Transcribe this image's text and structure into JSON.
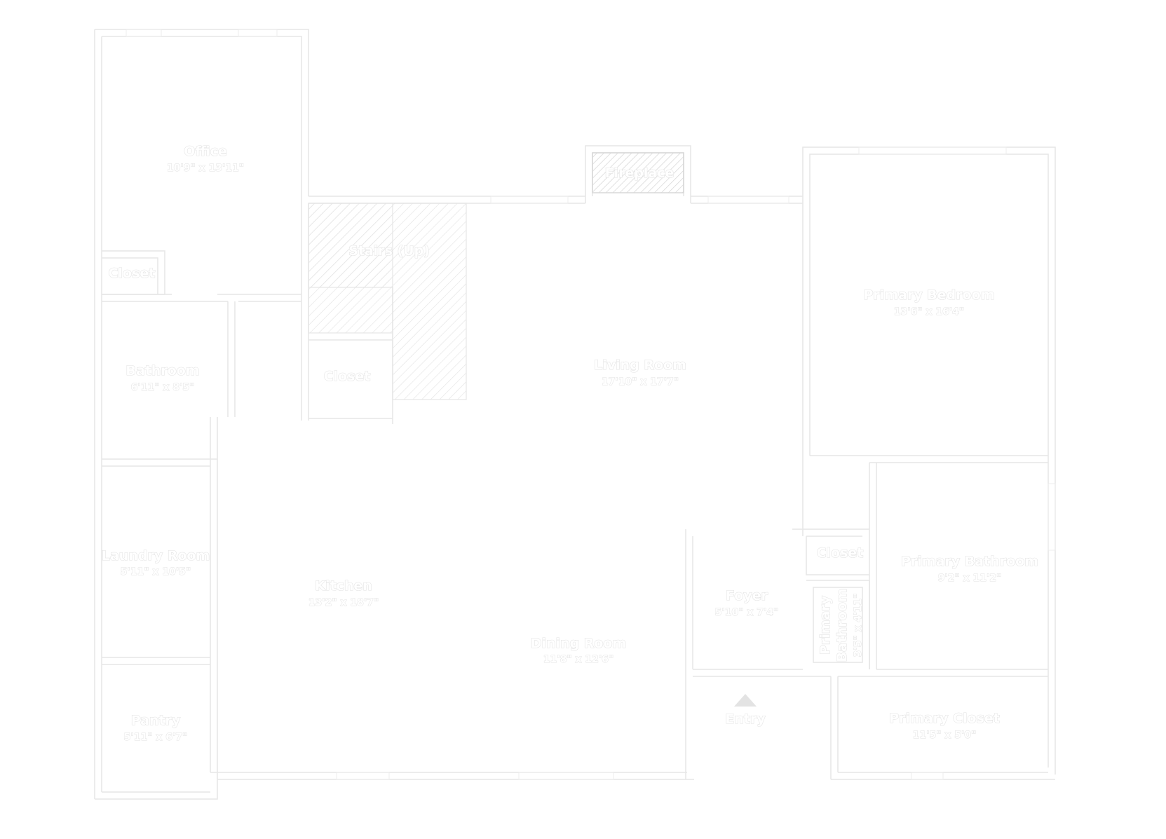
{
  "colors": {
    "background": "#ffffff",
    "walls": "#e6e6e6",
    "label_outline": "#e2e2e2",
    "hatch": "#e4e4e4"
  },
  "rooms": {
    "office": {
      "name": "Office",
      "dims": "10'9\" x 13'11\""
    },
    "closet_office": {
      "name": "Closet"
    },
    "bathroom": {
      "name": "Bathroom",
      "dims": "6'11\" x 8'5\""
    },
    "laundry": {
      "name": "Laundry Room",
      "dims": "5'11\" x 10'5\""
    },
    "pantry": {
      "name": "Pantry",
      "dims": "5'11\" x 6'7\""
    },
    "stairs": {
      "name": "Stairs (Up)"
    },
    "closet_stairs": {
      "name": "Closet"
    },
    "kitchen": {
      "name": "Kitchen",
      "dims": "13'2\" x 18'7\""
    },
    "fireplace": {
      "name": "Fireplace"
    },
    "living": {
      "name": "Living Room",
      "dims": "17'10\" x 17'7\""
    },
    "dining": {
      "name": "Dining Room",
      "dims": "11'8\" x 12'6\""
    },
    "foyer": {
      "name": "Foyer",
      "dims": "5'10\" x 7'4\""
    },
    "entry": {
      "name": "Entry"
    },
    "primary_bedroom": {
      "name": "Primary Bedroom",
      "dims": "13'6\" x 16'4\""
    },
    "closet_primary": {
      "name": "Closet"
    },
    "primary_bathroom": {
      "name": "Primary Bathroom",
      "dims": "9'2\" x 11'2\""
    },
    "primary_bath_small": {
      "name_line1": "Primary",
      "name_line2": "Bathroom",
      "dims": "3'5\" x 4'11\""
    },
    "primary_closet": {
      "name": "Primary Closet",
      "dims": "11'5\" x 5'0\""
    }
  }
}
